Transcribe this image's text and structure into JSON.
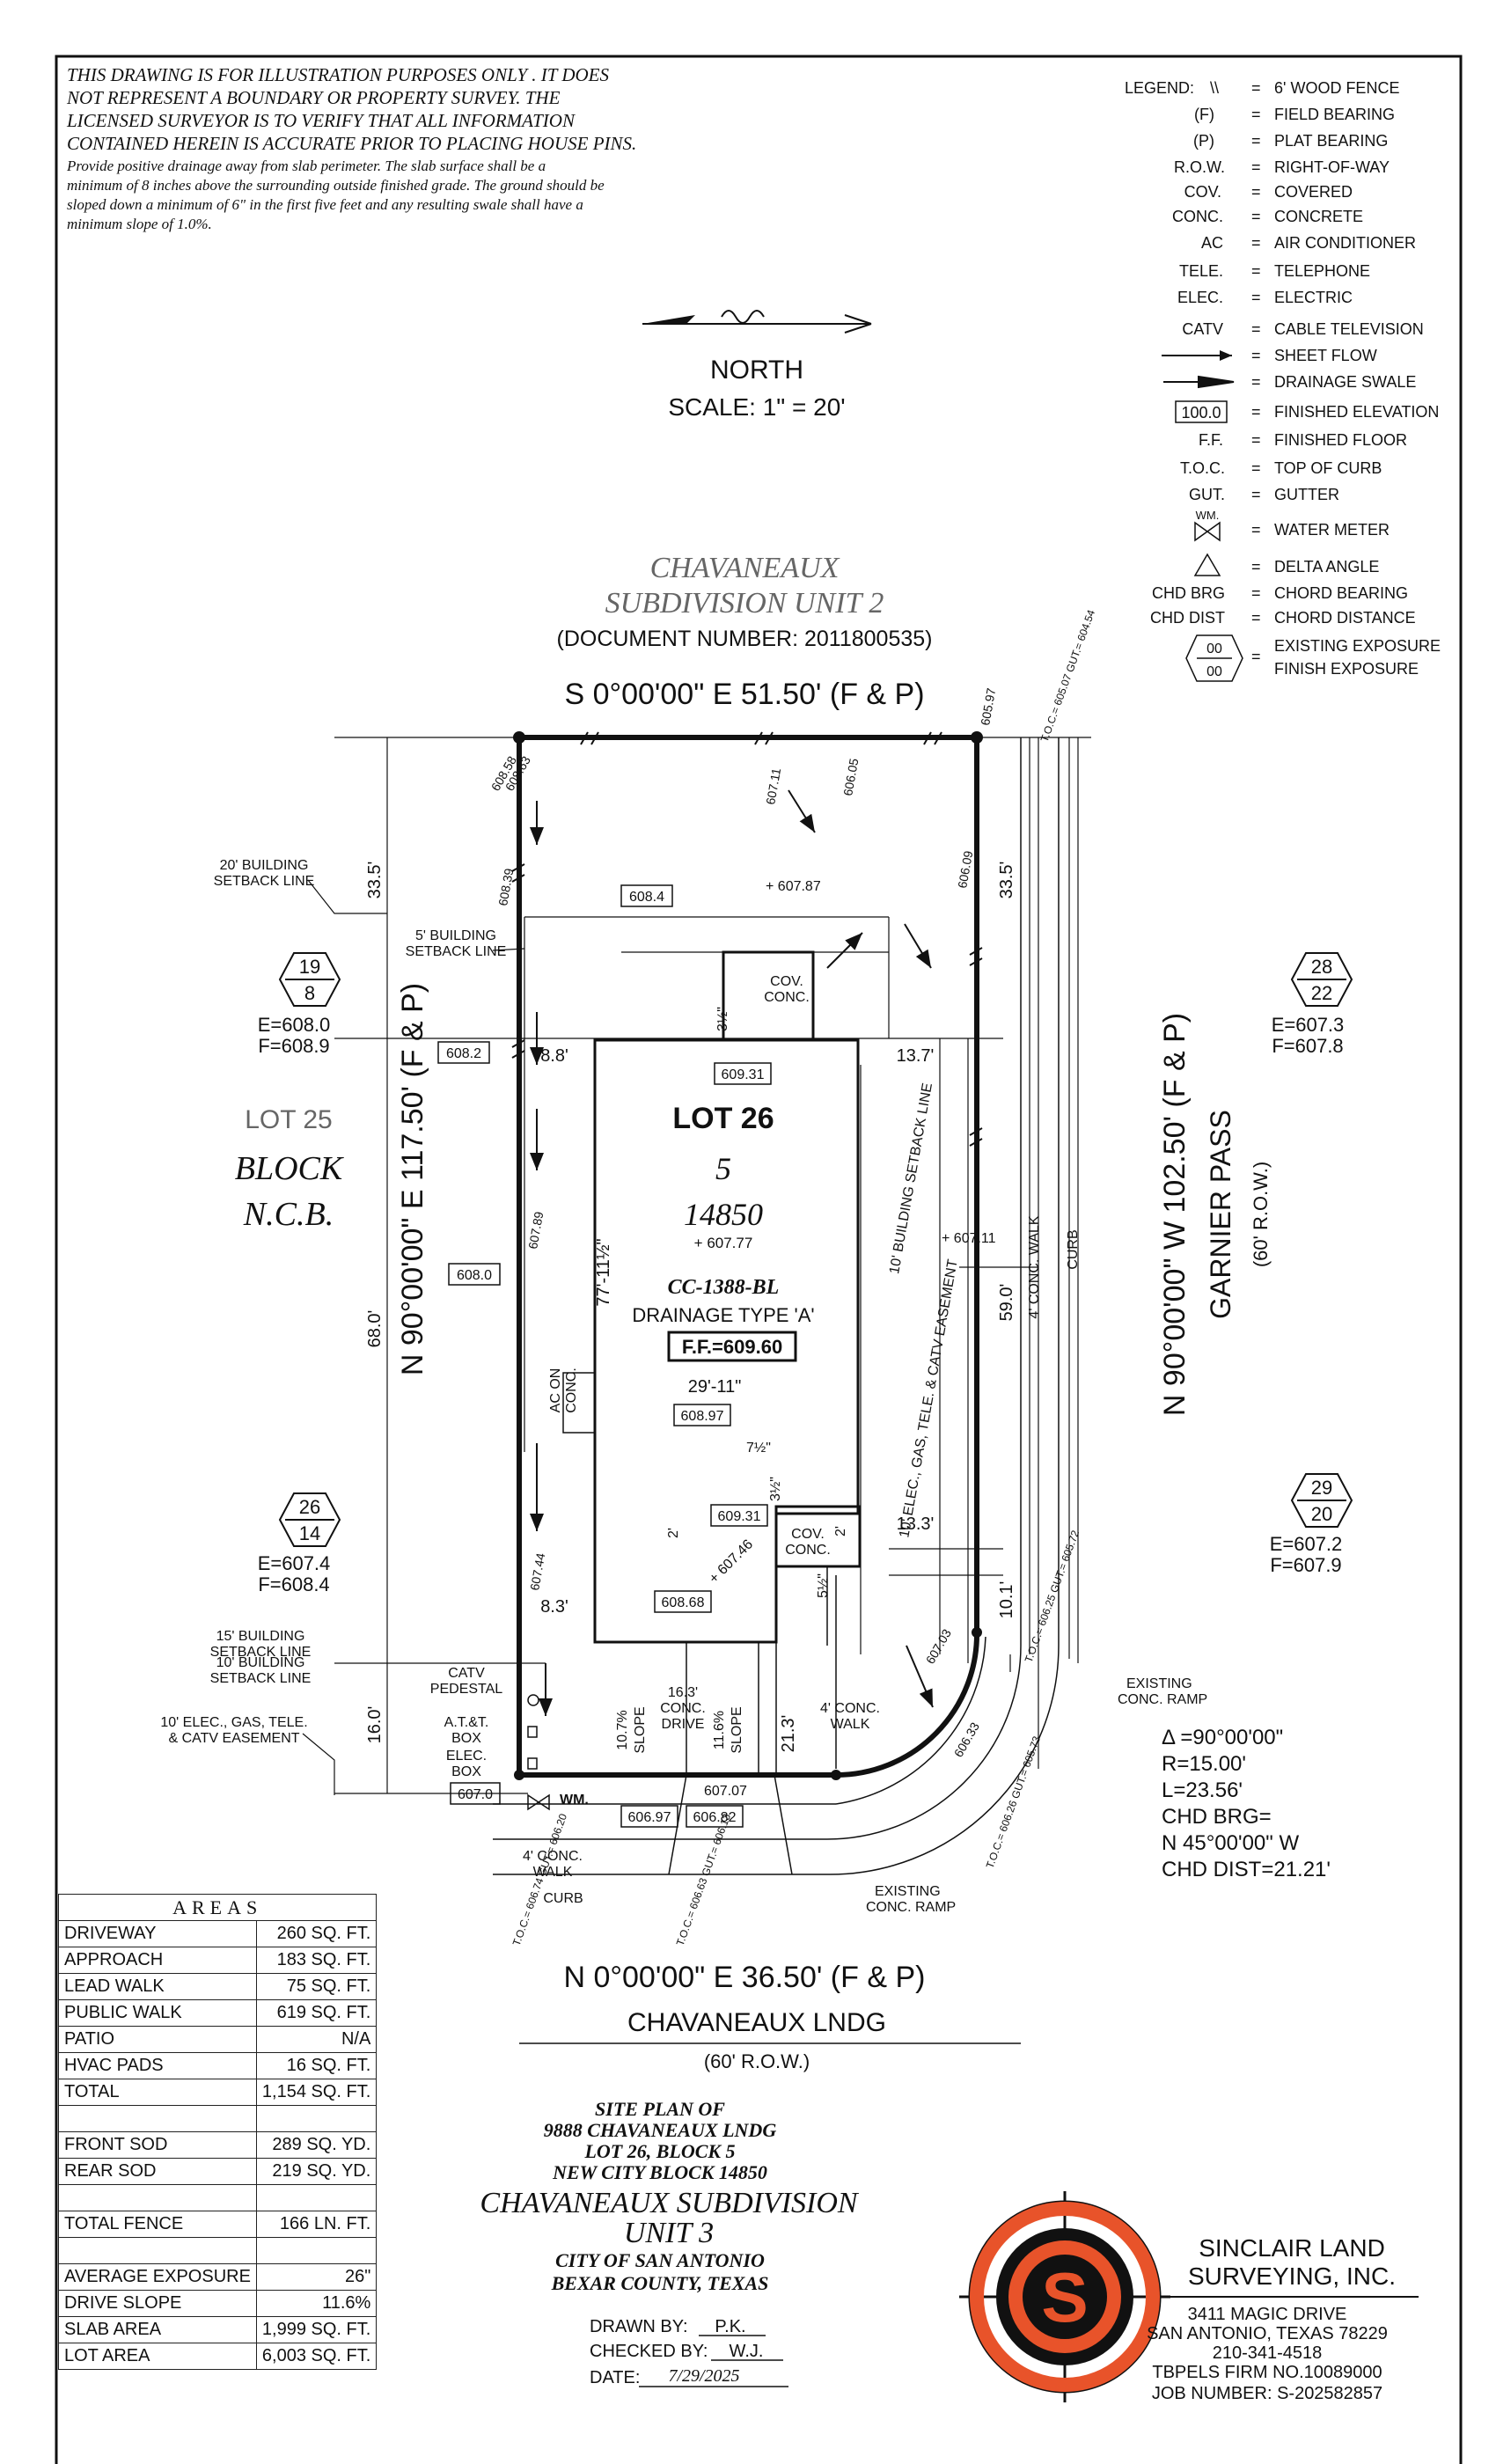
{
  "disclaimer": {
    "line1": "THIS DRAWING IS FOR ILLUSTRATION PURPOSES ONLY . IT DOES",
    "line2": "NOT REPRESENT A BOUNDARY OR PROPERTY SURVEY. THE",
    "line3": "LICENSED SURVEYOR IS TO VERIFY THAT ALL INFORMATION",
    "line4": "CONTAINED HEREIN IS ACCURATE PRIOR TO PLACING HOUSE PINS.",
    "drain1": "Provide positive drainage away from slab perimeter. The slab surface shall be a",
    "drain2": "minimum of 8 inches above the surrounding outside finished grade. The ground should be",
    "drain3": "sloped down a minimum of 6\" in the first five feet and any resulting swale shall have a",
    "drain4": "minimum slope of 1.0%."
  },
  "north": {
    "label": "NORTH",
    "scale": "SCALE:  1\"  =  20'"
  },
  "legend": {
    "title": "LEGEND:",
    "items": [
      {
        "sym": "\\\\",
        "text": "6' WOOD FENCE"
      },
      {
        "sym": "(F)",
        "text": "FIELD BEARING"
      },
      {
        "sym": "(P)",
        "text": "PLAT BEARING"
      },
      {
        "sym": "R.O.W.",
        "text": "RIGHT-OF-WAY"
      },
      {
        "sym": "COV.",
        "text": "COVERED"
      },
      {
        "sym": "CONC.",
        "text": "CONCRETE"
      },
      {
        "sym": "AC",
        "text": "AIR CONDITIONER"
      },
      {
        "sym": "TELE.",
        "text": "TELEPHONE"
      },
      {
        "sym": "ELEC.",
        "text": "ELECTRIC"
      },
      {
        "sym": "CATV",
        "text": "CABLE TELEVISION"
      },
      {
        "sym": "",
        "text": "SHEET FLOW"
      },
      {
        "sym": "",
        "text": "DRAINAGE SWALE"
      },
      {
        "sym": "100.0",
        "text": "FINISHED ELEVATION"
      },
      {
        "sym": "F.F.",
        "text": "FINISHED FLOOR"
      },
      {
        "sym": "T.O.C.",
        "text": "TOP OF CURB"
      },
      {
        "sym": "GUT.",
        "text": "GUTTER"
      },
      {
        "sym": "WM.",
        "text": "WATER METER"
      },
      {
        "sym": "",
        "text": "DELTA ANGLE"
      },
      {
        "sym": "CHD BRG",
        "text": "CHORD BEARING"
      },
      {
        "sym": "CHD DIST",
        "text": "CHORD DISTANCE"
      },
      {
        "sym": "00",
        "sym2": "00",
        "text": "EXISTING EXPOSURE",
        "text2": "FINISH EXPOSURE"
      }
    ]
  },
  "subdivision": {
    "name": "CHAVANEAUX",
    "unit": "SUBDIVISION UNIT 2",
    "doc": "(DOCUMENT NUMBER: 2011800535)"
  },
  "bearings": {
    "north": "S 0°00'00\" E 51.50' (F & P)",
    "west": "N 90°00'00\" E 117.50' (F & P)",
    "east": "N 90°00'00\" W 102.50' (F & P)",
    "south": "N 0°00'00\" E 36.50' (F & P)"
  },
  "lot": {
    "label": "LOT 26",
    "block": "5",
    "ncb": "14850",
    "elev": "+ 607.77",
    "plan": "CC-1388-BL",
    "drainage": "DRAINAGE TYPE 'A'",
    "ff": "F.F.=609.60"
  },
  "neighbors": {
    "lot25": "LOT 25",
    "block": "BLOCK",
    "ncb": "N.C.B.",
    "ex_nw": {
      "top": "19",
      "bot": "8",
      "e": "E=608.0",
      "f": "F=608.9"
    },
    "ex_sw": {
      "top": "26",
      "bot": "14",
      "e": "E=607.4",
      "f": "F=608.4"
    },
    "ex_ne": {
      "top": "28",
      "bot": "22",
      "e": "E=607.3",
      "f": "F=607.8"
    },
    "ex_se": {
      "top": "29",
      "bot": "20",
      "e": "E=607.2",
      "f": "F=607.9"
    }
  },
  "streets": {
    "garnier": "GARNIER PASS",
    "garnier_row": "(60' R.O.W.)",
    "chav": "CHAVANEAUX LNDG",
    "chav_row": "(60' R.O.W.)"
  },
  "curve": {
    "delta": "Δ =90°00'00\"",
    "r": "R=15.00'",
    "l": "L=23.56'",
    "brg1": "CHD BRG=",
    "brg2": "N  45°00'00\"  W",
    "dist": "CHD DIST=21.21'"
  },
  "labels": {
    "bsl20a": "20' BUILDING",
    "bsl20b": "SETBACK LINE",
    "bsl5a": "5' BUILDING",
    "bsl5b": "SETBACK LINE",
    "bsl15a": "15' BUILDING",
    "bsl15b": "SETBACK LINE",
    "bsl10a": "10' BUILDING",
    "bsl10b": "SETBACK LINE",
    "ease_a": "10' ELEC., GAS, TELE.",
    "ease_b": "& CATV EASEMENT",
    "catv_a": "CATV",
    "catv_b": "PEDESTAL",
    "att_a": "A.T.&T.",
    "att_b": "BOX",
    "elec_a": "ELEC.",
    "elec_b": "BOX",
    "wm": "WM.",
    "walk4a": "4' CONC.",
    "walk4b": "WALK",
    "curb": "CURB",
    "ramp_a": "EXISTING",
    "ramp_b": "CONC. RAMP",
    "cov_a": "COV.",
    "cov_b": "CONC.",
    "acon_a": "AC ON",
    "acon_b": "CONC.",
    "slope1": "10.7%",
    "slope1b": "SLOPE",
    "slope2": "11.6%",
    "slope2b": "SLOPE",
    "drive_a": "16.3'",
    "drive_b": "CONC.",
    "drive_c": "DRIVE",
    "vwalk": "4' CONC. WALK",
    "bldg10": "10' BUILDING SETBACK LINE",
    "ease_vert": "10' ELEC., GAS, TELE. & CATV EASEMENT"
  },
  "dims": {
    "d33_5a": "33.5'",
    "d33_5b": "33.5'",
    "d68": "68.0'",
    "d16": "16.0'",
    "d8_8": "8.8'",
    "d8_3": "8.3'",
    "d13_7": "13.7'",
    "d13_3": "13.3'",
    "d59": "59.0'",
    "d10_1": "10.1'",
    "d21_3": "21.3'",
    "d77": "77'-11½\"",
    "d29": "29'-11\"",
    "d7h": "7½\"",
    "d3h": "3½\"",
    "d5h": "5½\"",
    "d2a": "2'",
    "d2b": "2'"
  },
  "elevs": {
    "e608_4": "608.4",
    "e608_2": "608.2",
    "e608_0": "608.0",
    "e609_31a": "609.31",
    "e609_31b": "609.31",
    "e608_97": "608.97",
    "e608_68": "608.68",
    "e607_0": "607.0",
    "e606_97": "606.97",
    "e606_82": "606.82",
    "p607_87": "+ 607.87",
    "p607_11": "+ 607.11",
    "p607_46": "+ 607.46",
    "r607_11": "607.11",
    "r606_05": "606.05",
    "r606_09": "606.09",
    "r605_97": "605.97",
    "r608_58": "608.58",
    "r608_63": "608.63",
    "r608_39": "608.39",
    "r607_89": "607.89",
    "r607_44": "607.44",
    "r607_03": "607.03",
    "r606_33": "606.33",
    "r607_07": "607.07",
    "toc_ne": "T.O.C.= 605.07 GUT.= 604.54",
    "toc_e": "T.O.C.= 606.25 GUT.= 605.72",
    "toc_se": "T.O.C.= 606.26 GUT.= 605.73",
    "toc_s1": "T.O.C.= 606.74 GUT.= 606.20",
    "toc_s2": "T.O.C.= 606.63 GUT.= 606.13"
  },
  "areas": {
    "title": "AREAS",
    "rows": [
      {
        "label": "DRIVEWAY",
        "value": "260 SQ. FT."
      },
      {
        "label": "APPROACH",
        "value": "183 SQ. FT."
      },
      {
        "label": "LEAD WALK",
        "value": "75 SQ. FT."
      },
      {
        "label": "PUBLIC WALK",
        "value": "619 SQ. FT."
      },
      {
        "label": "PATIO",
        "value": "N/A"
      },
      {
        "label": "HVAC PADS",
        "value": "16 SQ. FT."
      },
      {
        "label": "TOTAL",
        "value": "1,154 SQ. FT."
      },
      {
        "label": "",
        "value": ""
      },
      {
        "label": "FRONT SOD",
        "value": "289 SQ. YD."
      },
      {
        "label": "REAR SOD",
        "value": "219 SQ. YD."
      },
      {
        "label": "",
        "value": ""
      },
      {
        "label": "TOTAL FENCE",
        "value": "166 LN. FT."
      },
      {
        "label": "",
        "value": ""
      },
      {
        "label": "AVERAGE EXPOSURE",
        "value": "26\""
      },
      {
        "label": "DRIVE SLOPE",
        "value": "11.6%"
      },
      {
        "label": "SLAB AREA",
        "value": "1,999 SQ. FT."
      },
      {
        "label": "LOT AREA",
        "value": "6,003 SQ. FT."
      }
    ]
  },
  "title_block": {
    "l1": "SITE PLAN OF",
    "l2": "9888 CHAVANEAUX LNDG",
    "l3": "LOT 26, BLOCK 5",
    "l4": "NEW CITY BLOCK 14850",
    "l5": "CHAVANEAUX SUBDIVISION",
    "l6": "UNIT 3",
    "l7": "CITY OF SAN ANTONIO",
    "l8": "BEXAR COUNTY, TEXAS",
    "drawn_l": "DRAWN BY:",
    "drawn_v": "P.K.",
    "checked_l": "CHECKED BY:",
    "checked_v": "W.J.",
    "date_l": "DATE:",
    "date_v": "7/29/2025"
  },
  "company": {
    "name1": "SINCLAIR LAND",
    "name2": "SURVEYING, INC.",
    "addr1": "3411 MAGIC DRIVE",
    "addr2": "SAN ANTONIO, TEXAS 78229",
    "phone": "210-341-4518",
    "firm": "TBPELS FIRM NO.10089000",
    "job": "JOB NUMBER: S-202582857",
    "logo_letter": "S",
    "logo_color": "#e8532a"
  }
}
